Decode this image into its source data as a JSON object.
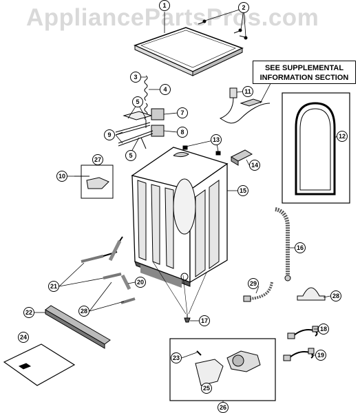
{
  "watermark": "AppliancePartsPros.com",
  "note": {
    "line1": "SEE SUPPLEMENTAL",
    "line2": "INFORMATION SECTION"
  },
  "callouts": [
    {
      "id": "c1",
      "label": "1"
    },
    {
      "id": "c2",
      "label": "2"
    },
    {
      "id": "c3",
      "label": "3"
    },
    {
      "id": "c4",
      "label": "4"
    },
    {
      "id": "c5a",
      "label": "5"
    },
    {
      "id": "c5b",
      "label": "5"
    },
    {
      "id": "c7",
      "label": "7"
    },
    {
      "id": "c8",
      "label": "8"
    },
    {
      "id": "c9",
      "label": "9"
    },
    {
      "id": "c10",
      "label": "10"
    },
    {
      "id": "c11",
      "label": "11"
    },
    {
      "id": "c12",
      "label": "12"
    },
    {
      "id": "c13",
      "label": "13"
    },
    {
      "id": "c14",
      "label": "14"
    },
    {
      "id": "c15",
      "label": "15"
    },
    {
      "id": "c16",
      "label": "16"
    },
    {
      "id": "c17",
      "label": "17"
    },
    {
      "id": "c18",
      "label": "18"
    },
    {
      "id": "c19",
      "label": "19"
    },
    {
      "id": "c20",
      "label": "20"
    },
    {
      "id": "c21",
      "label": "21"
    },
    {
      "id": "c22",
      "label": "22"
    },
    {
      "id": "c23",
      "label": "23"
    },
    {
      "id": "c24",
      "label": "24"
    },
    {
      "id": "c25",
      "label": "25"
    },
    {
      "id": "c26",
      "label": "26"
    },
    {
      "id": "c27",
      "label": "27"
    },
    {
      "id": "c28a",
      "label": "28"
    },
    {
      "id": "c28b",
      "label": "28"
    },
    {
      "id": "c29",
      "label": "29"
    }
  ]
}
